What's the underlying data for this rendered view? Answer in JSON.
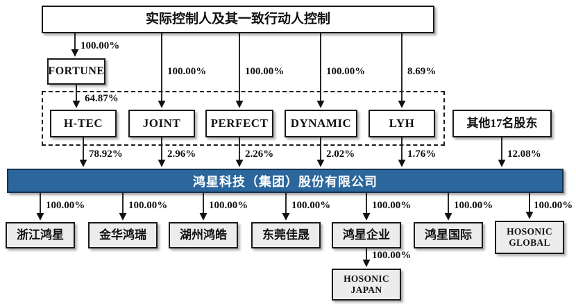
{
  "diagram": {
    "type": "equity-structure-flowchart",
    "nodes": {
      "controller": "实际控制人及其一致行动人控制",
      "fortune": "FORTUNE",
      "htec": "H-TEC",
      "joint": "JOINT",
      "perfect": "PERFECT",
      "dynamic": "DYNAMIC",
      "lyh": "LYH",
      "other_shareholders": "其他17名股东",
      "company": "鸿星科技（集团）股份有限公司",
      "zhejiang_hongxing": "浙江鸿星",
      "jinhua_hongrui": "金华鸿瑞",
      "huzhou_honghao": "湖州鸿皓",
      "dongguan_jiasheng": "东莞佳晟",
      "hongxing_enterprise": "鸿星企业",
      "hongxing_international": "鸿星国际",
      "hosonic_global": "HOSONIC GLOBAL",
      "hosonic_japan": "HOSONIC JAPAN"
    },
    "edges": {
      "controller_fortune": "100.00%",
      "controller_joint": "100.00%",
      "controller_perfect": "100.00%",
      "controller_dynamic": "100.00%",
      "controller_lyh": "8.69%",
      "fortune_htec": "64.87%",
      "htec_company": "78.92%",
      "joint_company": "2.96%",
      "perfect_company": "2.26%",
      "dynamic_company": "2.02%",
      "lyh_company": "1.76%",
      "others_company": "12.08%",
      "company_zhejiang": "100.00%",
      "company_jinhua": "100.00%",
      "company_huzhou": "100.00%",
      "company_dongguan": "100.00%",
      "company_enterprise": "100.00%",
      "company_international": "100.00%",
      "company_global": "100.00%",
      "enterprise_japan": "100.00%"
    },
    "colors": {
      "company_bar": "#2b669c",
      "company_bar_border": "#14304d",
      "line": "#111111",
      "box_fill_white": "#ffffff",
      "box_fill_gray": "#ececec"
    }
  }
}
